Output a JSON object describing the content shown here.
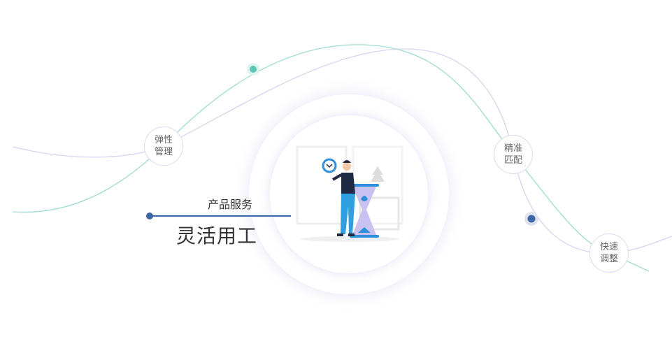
{
  "nodes": [
    {
      "label": "弹性管理"
    },
    {
      "label": "精准匹配"
    },
    {
      "label": "快速调整"
    }
  ],
  "section": {
    "subtitle": "产品服务",
    "title": "灵活用工"
  },
  "colors": {
    "teal": "#5cc8b4",
    "purple": "#d8d3f0",
    "blue": "#3d66a6"
  }
}
